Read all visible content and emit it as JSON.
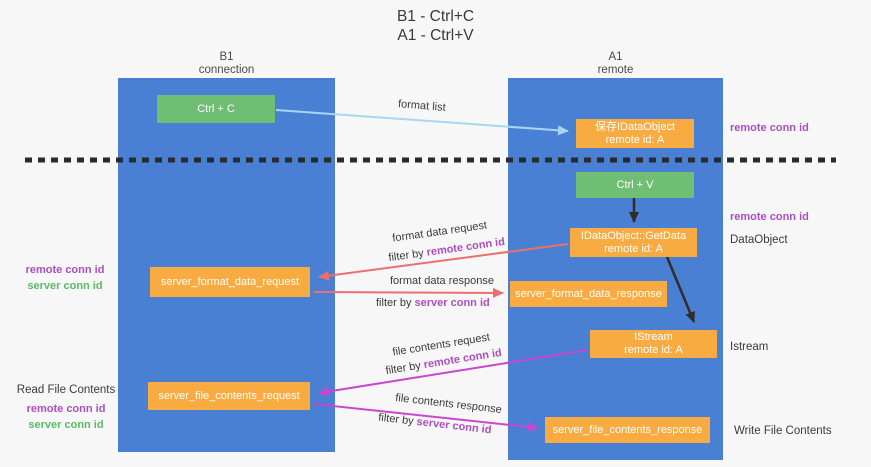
{
  "title": {
    "line1": "B1 - Ctrl+C",
    "line2": "A1 - Ctrl+V"
  },
  "columns": {
    "left": {
      "name": "B1",
      "role": "connection"
    },
    "right": {
      "name": "A1",
      "role": "remote"
    }
  },
  "nodes": {
    "ctrl_c": {
      "label": "Ctrl + C"
    },
    "ctrl_v": {
      "label": "Ctrl + V"
    },
    "save_dataobject": {
      "line1": "保存IDataObject",
      "line2": "remote id: A"
    },
    "getdata": {
      "line1": "IDataObject::GetData",
      "line2": "remote id: A"
    },
    "istream": {
      "line1": "IStream",
      "line2": "remote id: A"
    },
    "format_request": {
      "label": "server_format_data_request"
    },
    "format_response": {
      "label": "server_format_data_response"
    },
    "file_request": {
      "label": "server_file_contents_request"
    },
    "file_response": {
      "label": "server_file_contents_response"
    }
  },
  "labels": {
    "remote_conn_id": "remote conn id",
    "server_conn_id": "server conn id",
    "dataobject": "DataObject",
    "istream": "Istream",
    "read_file_contents": "Read File Contents",
    "write_file_contents": "Write File Contents",
    "filter_by": "filter by",
    "format_list": "format list",
    "format_data_request": "format data request",
    "format_data_response": "format data response",
    "file_contents_request": "file contents request",
    "file_contents_response": "file contents response"
  },
  "colors": {
    "column_blue": "#4a80d3",
    "node_green": "#6fbe74",
    "node_orange": "#f8ab40",
    "purple_text": "#ab4fc0",
    "green_text": "#5cb965",
    "arrow_lightblue": "#a9d5f1",
    "arrow_red": "#ed6f6d",
    "arrow_magenta": "#c748cf",
    "arrow_black": "#2d2d2d",
    "dashed_line": "#2a2a2a"
  }
}
